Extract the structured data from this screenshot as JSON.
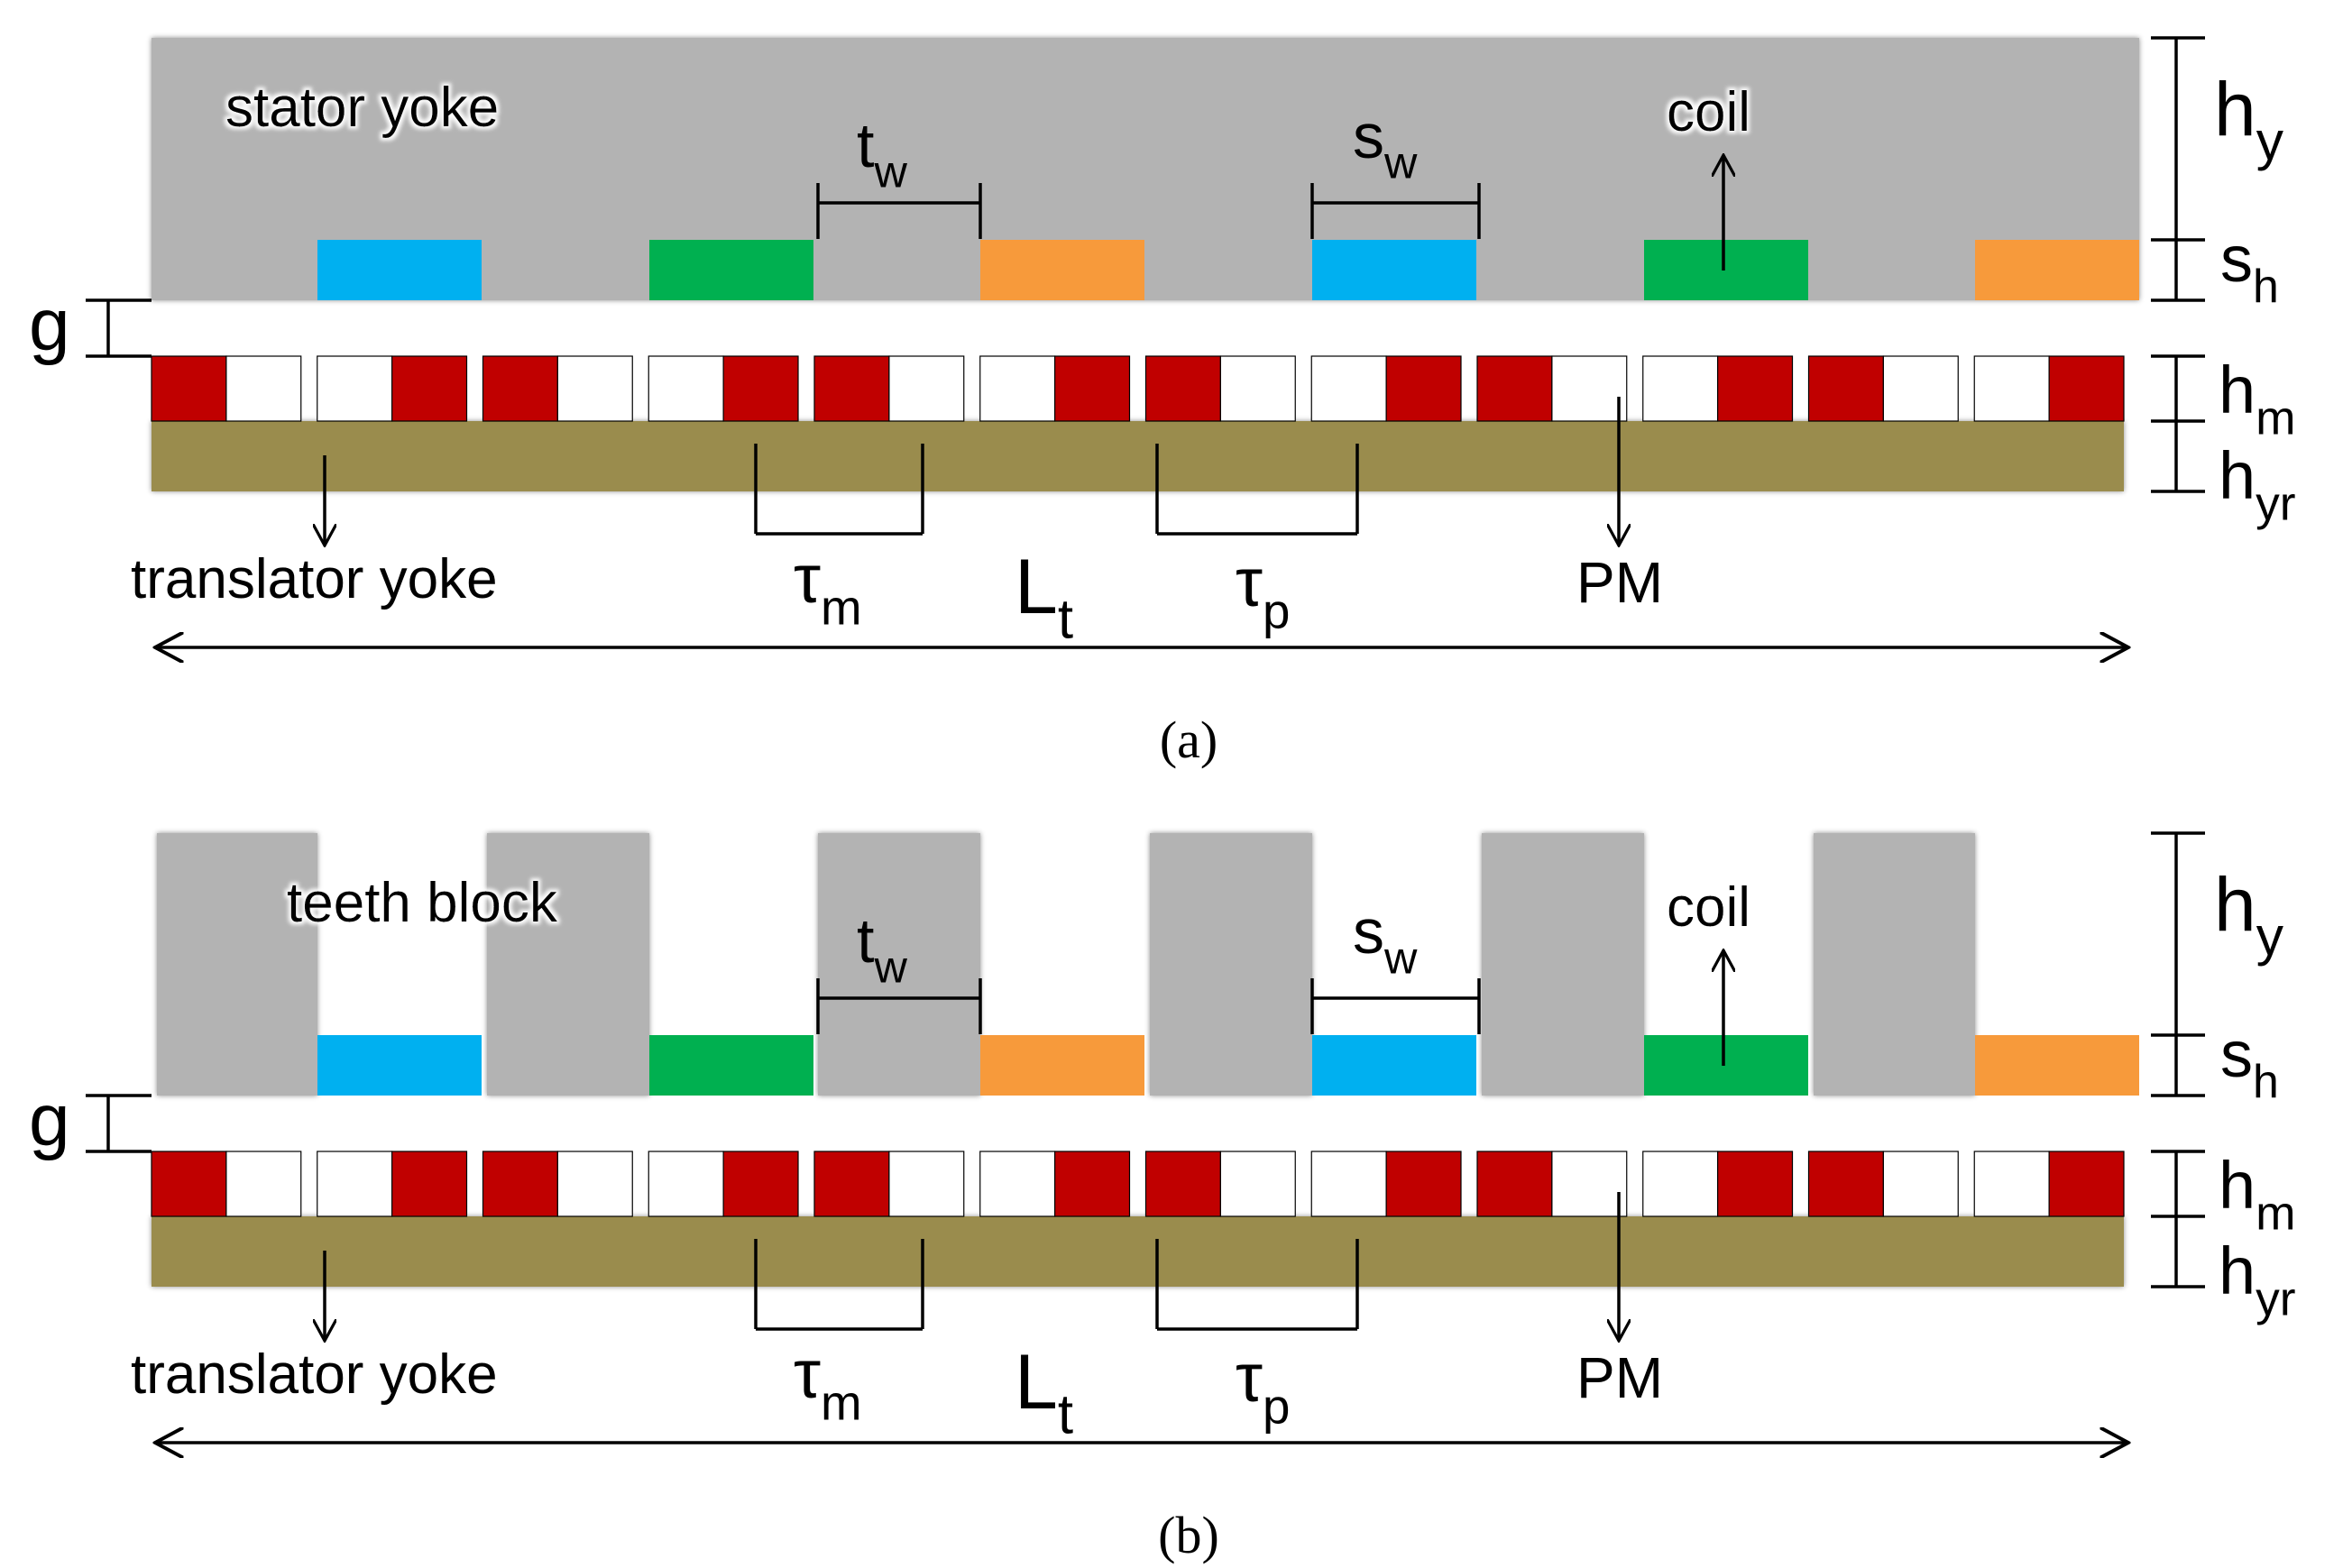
{
  "colors": {
    "yoke_gray": "#b3b3b3",
    "translator_olive": "#9a8c4e",
    "magnet_red": "#c00000",
    "magnet_white": "#ffffff",
    "coil_blue": "#00b0f0",
    "coil_green": "#00b050",
    "coil_orange": "#f79a3b",
    "line": "#000000"
  },
  "panel_a": {
    "caption": "(a)",
    "stator_label": "stator yoke",
    "coil_label": "coil",
    "translator_label": "translator yoke",
    "pm_label": "PM",
    "tw": {
      "base": "t",
      "sub": "w"
    },
    "sw": {
      "base": "s",
      "sub": "w"
    },
    "tau_m": {
      "base": "τ",
      "sub": "m"
    },
    "tau_p": {
      "base": "τ",
      "sub": "p"
    },
    "lt": {
      "base": "L",
      "sub": "t"
    },
    "hy": {
      "base": "h",
      "sub": "y"
    },
    "sh": {
      "base": "s",
      "sub": "h"
    },
    "hm": {
      "base": "h",
      "sub": "m"
    },
    "hyr": {
      "base": "h",
      "sub": "yr"
    },
    "g": "g"
  },
  "panel_b": {
    "caption": "(b)",
    "stator_label": "teeth block",
    "coil_label": "coil",
    "translator_label": "translator yoke",
    "pm_label": "PM",
    "tw": {
      "base": "t",
      "sub": "w"
    },
    "sw": {
      "base": "s",
      "sub": "w"
    },
    "tau_m": {
      "base": "τ",
      "sub": "m"
    },
    "tau_p": {
      "base": "τ",
      "sub": "p"
    },
    "lt": {
      "base": "L",
      "sub": "t"
    },
    "hy": {
      "base": "h",
      "sub": "y"
    },
    "sh": {
      "base": "s",
      "sub": "h"
    },
    "hm": {
      "base": "h",
      "sub": "m"
    },
    "hyr": {
      "base": "h",
      "sub": "yr"
    },
    "g": "g"
  },
  "coil_phases": [
    "blue",
    "green",
    "orange",
    "blue",
    "green",
    "orange"
  ],
  "magnet_pattern": [
    "RW",
    "WR",
    "RW",
    "WR",
    "RW",
    "WR",
    "RW",
    "WR",
    "RW",
    "WR",
    "RW",
    "WR"
  ]
}
